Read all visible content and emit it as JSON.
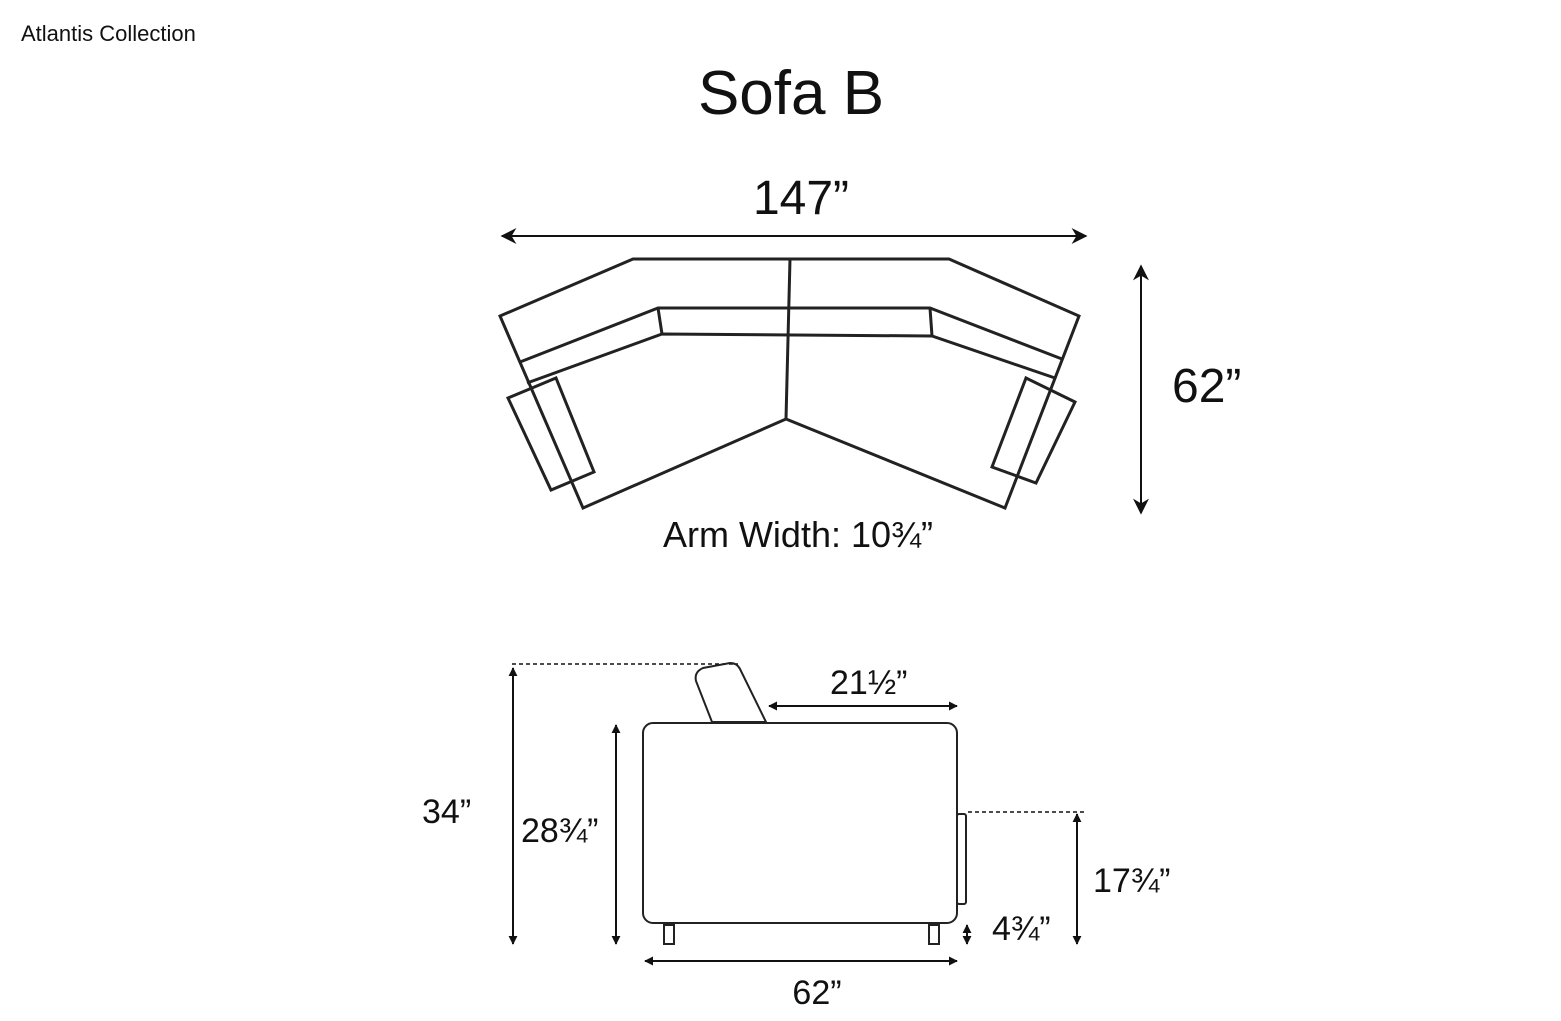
{
  "collection": "Atlantis Collection",
  "title": "Sofa B",
  "top_view": {
    "width": "147”",
    "depth": "62”",
    "arm_width": "Arm Width: 10¾”"
  },
  "side_view": {
    "overall_height": "34”",
    "back_height": "28¾”",
    "seat_depth": "21½”",
    "seat_height": "17¾”",
    "leg_height": "4¾”",
    "depth": "62”"
  },
  "colors": {
    "line": "#222222",
    "text": "#111111",
    "background": "#ffffff"
  }
}
